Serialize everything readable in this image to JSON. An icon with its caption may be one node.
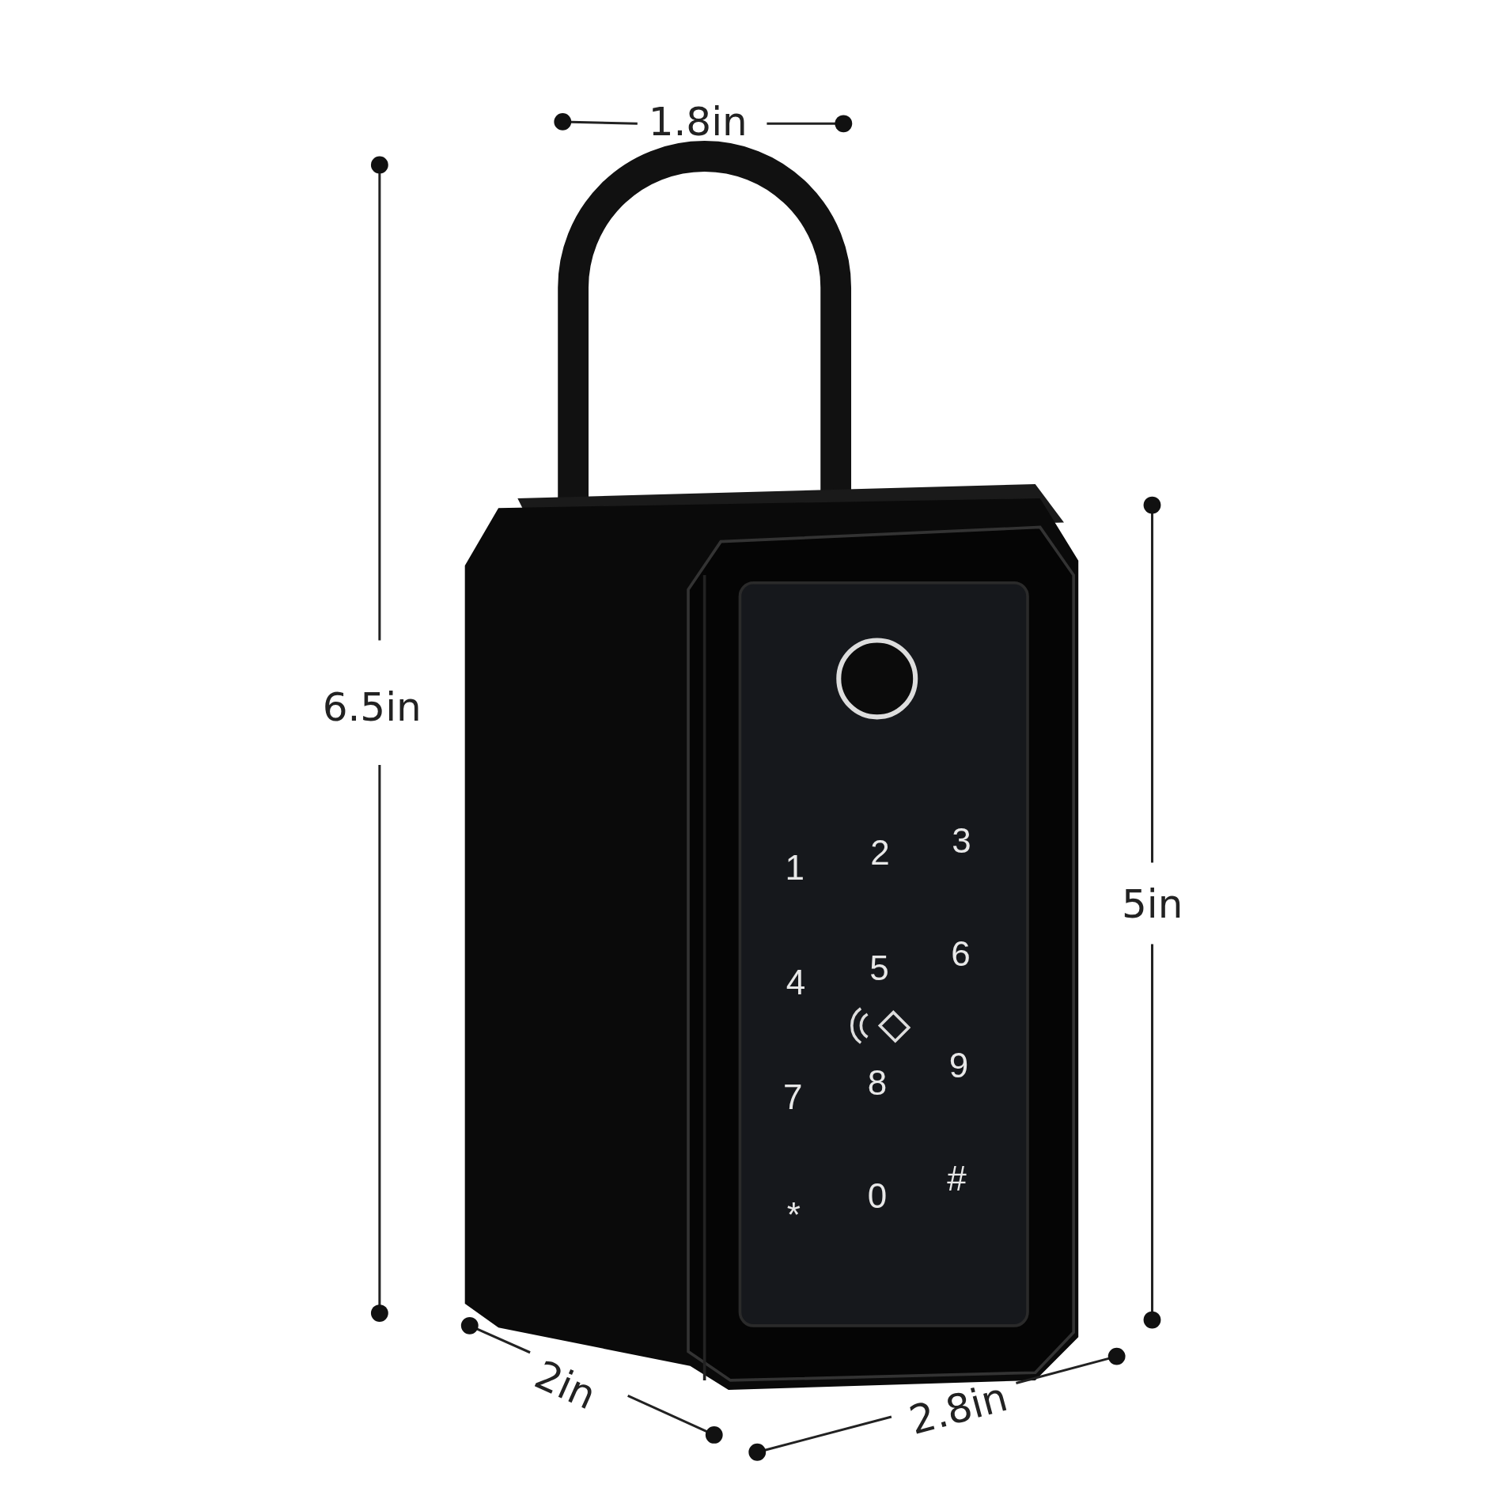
{
  "diagram": {
    "labels": [
      "1.8in",
      "6.5in",
      "5in",
      "1",
      "2",
      "3",
      "4",
      "5",
      "6",
      "7",
      "8",
      "9",
      "*",
      "0",
      "#",
      "2in",
      "2.8in"
    ]
  }
}
